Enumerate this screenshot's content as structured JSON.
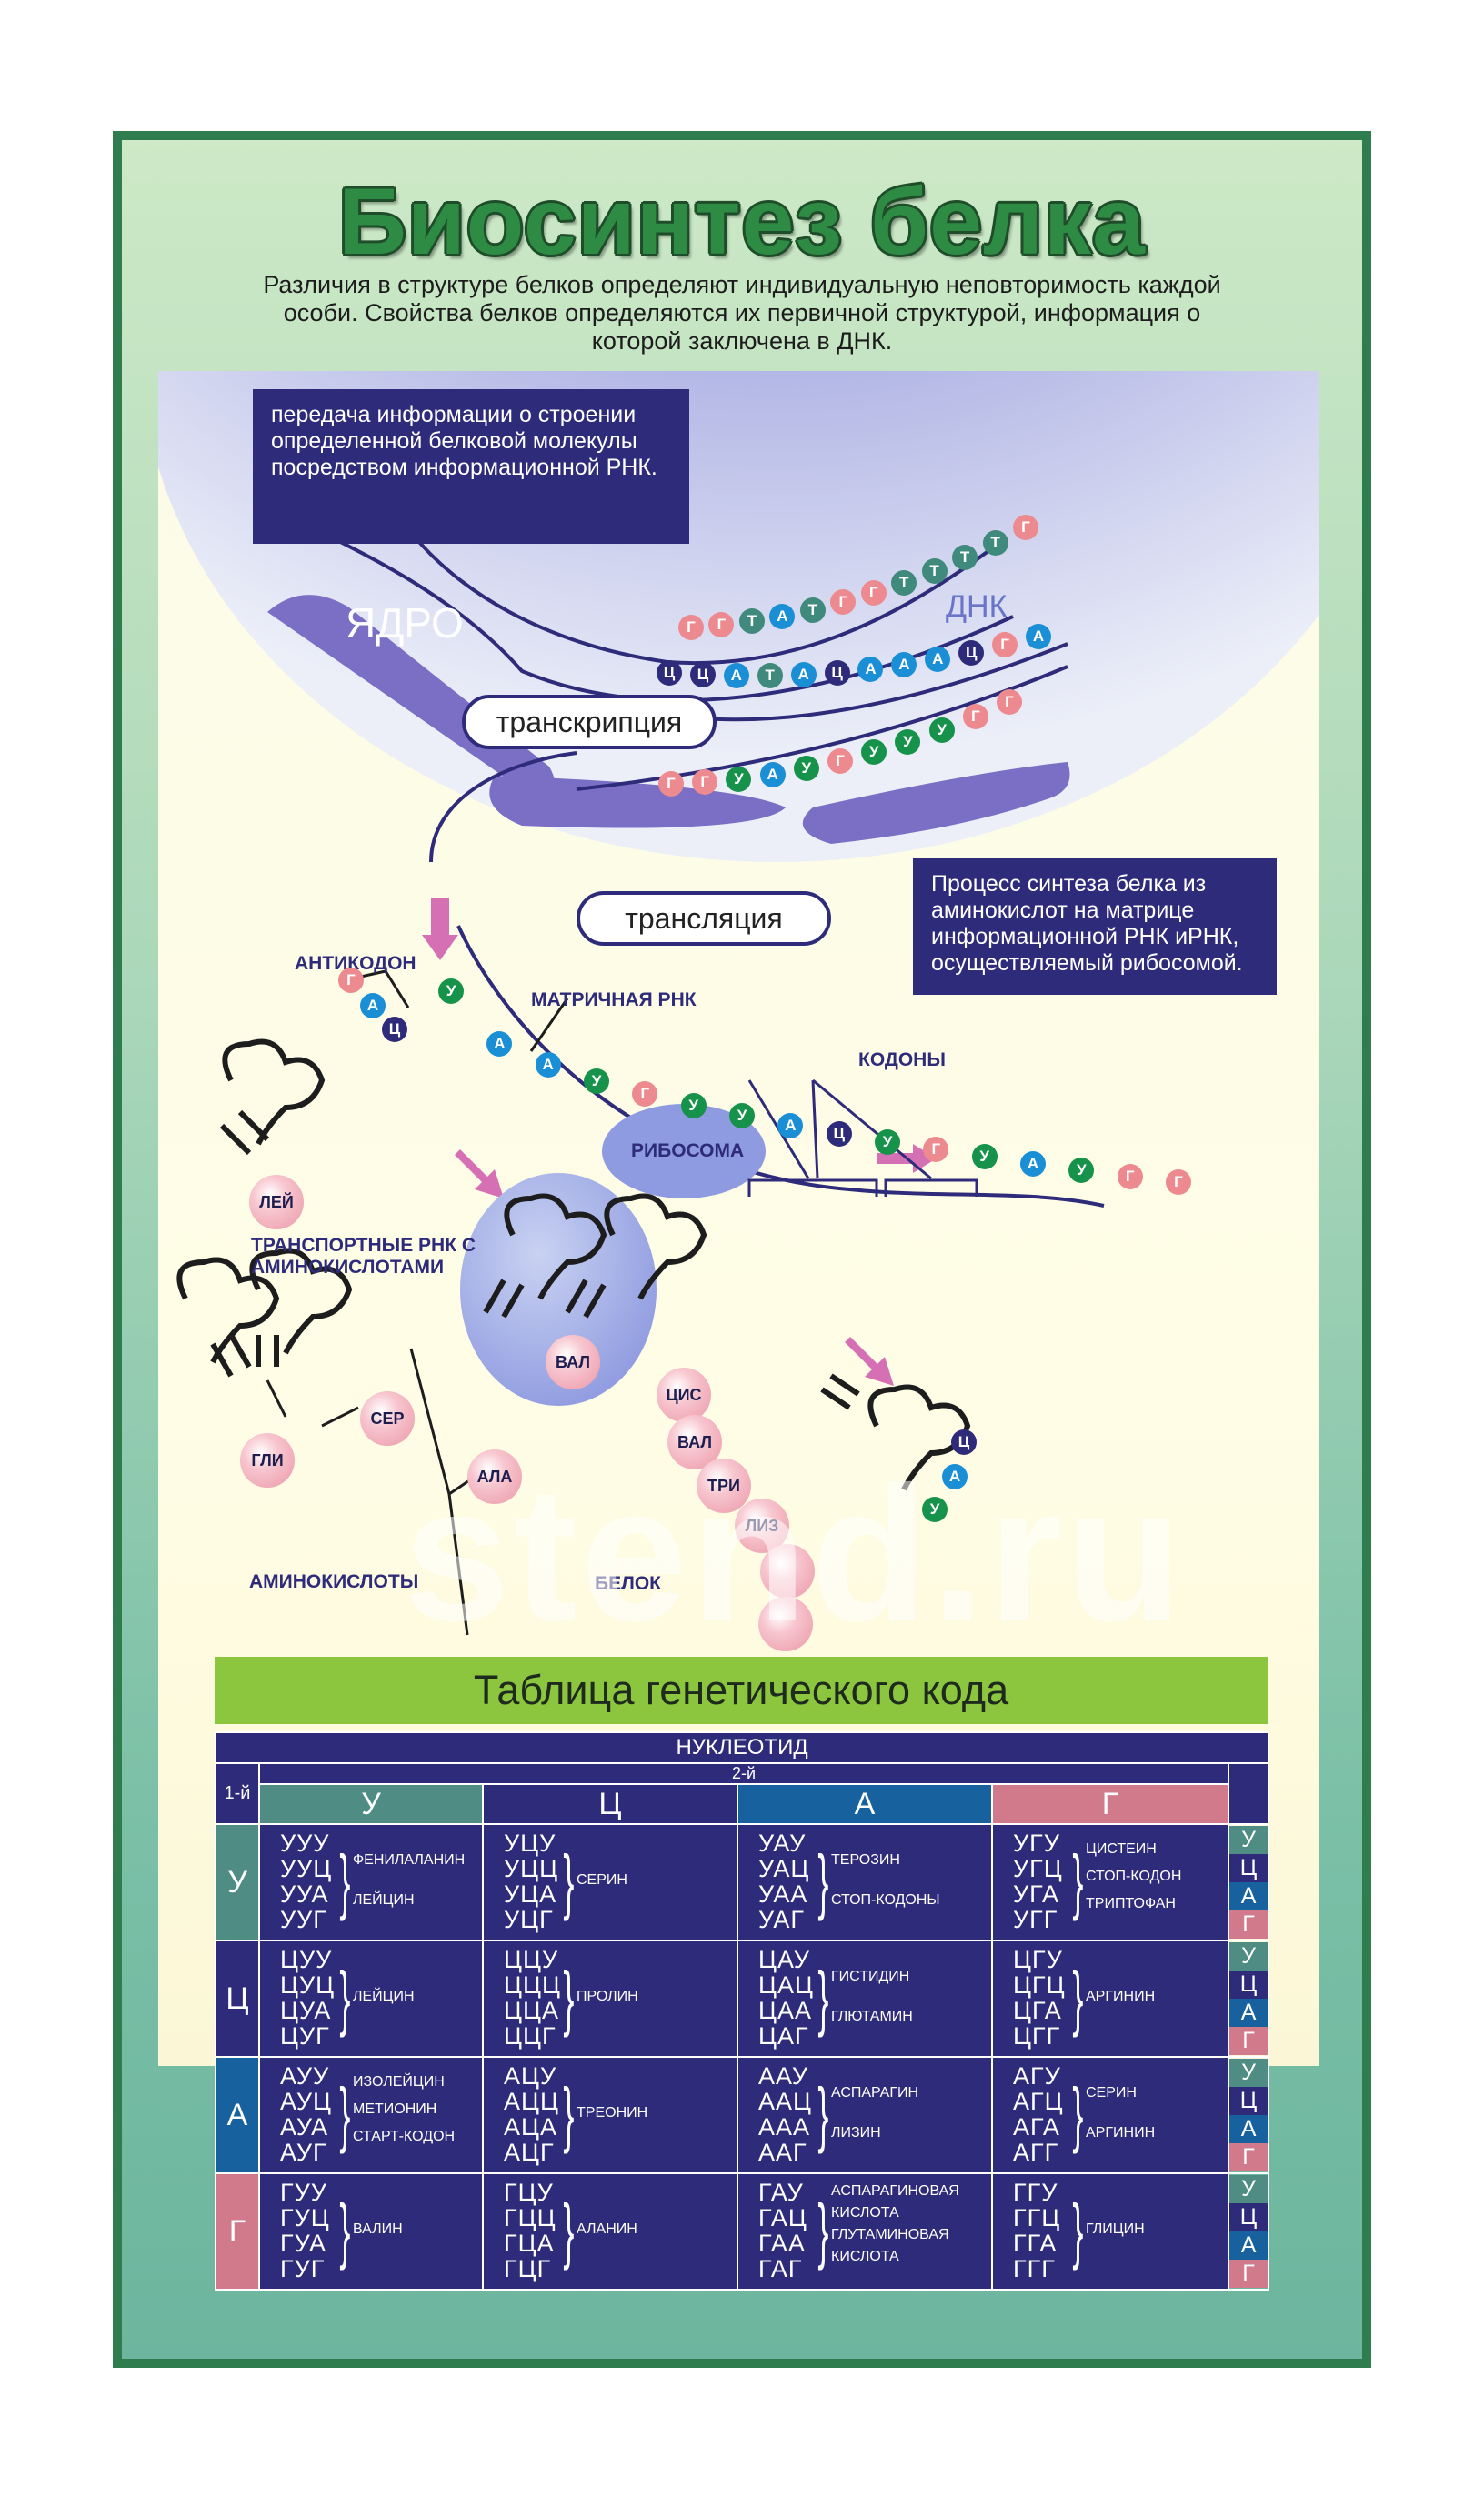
{
  "title": "Биосинтез белка",
  "subtitle": "Различия в структуре белков определяют индивидуальную неповторимость каждой особи. Свойства белков определяются их первичной структурой, информация о которой заключена в ДНК.",
  "callout_transcription": "передача информации о строении определенной белковой молекулы посредством информационной РНК.",
  "callout_translation": "Процесс синтеза белка из аминокислот на матрице информационной РНК иРНК, осуществляемый рибосомой.",
  "labels": {
    "nucleus": "ЯДРО",
    "dna": "ДНК",
    "transcription": "транскрипция",
    "translation": "трансляция",
    "anticodon": "АНТИКОДОН",
    "mrna": "МАТРИЧНАЯ РНК",
    "codons": "КОДОНЫ",
    "ribosome": "РИБОСОМА",
    "trna": "ТРАНСПОРТНЫЕ РНК С АМИНОКИСЛОТАМИ",
    "amino_acids": "АМИНОКИСЛОТЫ",
    "protein": "БЕЛОК"
  },
  "dna_strands": {
    "top": [
      "Г",
      "Г",
      "Т",
      "А",
      "Т",
      "Г",
      "Г",
      "Т",
      "Т",
      "Т",
      "Т",
      "Г"
    ],
    "middle": [
      "Ц",
      "Ц",
      "А",
      "Т",
      "А",
      "Ц",
      "А",
      "А",
      "А",
      "Ц",
      "Г",
      "А"
    ],
    "rna": [
      "Г",
      "Г",
      "У",
      "А",
      "У",
      "Г",
      "У",
      "У",
      "У",
      "Г",
      "Г"
    ]
  },
  "mrna_strand": [
    "У",
    "А",
    "А",
    "У",
    "Г",
    "У",
    "У",
    "А",
    "Ц",
    "У",
    "Г",
    "У",
    "А",
    "У",
    "Г",
    "Г"
  ],
  "trna_anticodon": [
    "Г",
    "А",
    "Ц"
  ],
  "amino": {
    "lei": "ЛЕЙ",
    "gli": "ГЛИ",
    "ser": "СЕР",
    "ala": "АЛА",
    "val": "ВАЛ",
    "chain": [
      "ЦИС",
      "ВАЛ",
      "ТРИ",
      "ЛИЗ"
    ]
  },
  "free_trna_nucleotides": [
    "Ц",
    "А",
    "У"
  ],
  "watermark": "stend.ru",
  "table": {
    "title": "Таблица генетического кода",
    "nucleotide_header": "НУКЛЕОТИД",
    "second_header": "2-й",
    "first_header": "1-й",
    "bases": [
      "У",
      "Ц",
      "А",
      "Г"
    ],
    "rows": [
      {
        "first": "У",
        "cells": [
          {
            "codons": [
              "УУУ",
              "УУЦ",
              "УУА",
              "УУГ"
            ],
            "aa": [
              "ФЕНИЛАЛАНИН",
              "ЛЕЙЦИН"
            ]
          },
          {
            "codons": [
              "УЦУ",
              "УЦЦ",
              "УЦА",
              "УЦГ"
            ],
            "aa": [
              "СЕРИН"
            ]
          },
          {
            "codons": [
              "УАУ",
              "УАЦ",
              "УАА",
              "УАГ"
            ],
            "aa": [
              "ТЕРОЗИН",
              "СТОП-КОДОНЫ"
            ]
          },
          {
            "codons": [
              "УГУ",
              "УГЦ",
              "УГА",
              "УГГ"
            ],
            "aa": [
              "ЦИСТЕИН",
              "СТОП-КОДОН",
              "ТРИПТОФАН"
            ]
          }
        ]
      },
      {
        "first": "Ц",
        "cells": [
          {
            "codons": [
              "ЦУУ",
              "ЦУЦ",
              "ЦУА",
              "ЦУГ"
            ],
            "aa": [
              "ЛЕЙЦИН"
            ]
          },
          {
            "codons": [
              "ЦЦУ",
              "ЦЦЦ",
              "ЦЦА",
              "ЦЦГ"
            ],
            "aa": [
              "ПРОЛИН"
            ]
          },
          {
            "codons": [
              "ЦАУ",
              "ЦАЦ",
              "ЦАА",
              "ЦАГ"
            ],
            "aa": [
              "ГИСТИДИН",
              "ГЛЮТАМИН"
            ]
          },
          {
            "codons": [
              "ЦГУ",
              "ЦГЦ",
              "ЦГА",
              "ЦГГ"
            ],
            "aa": [
              "АРГИНИН"
            ]
          }
        ]
      },
      {
        "first": "А",
        "cells": [
          {
            "codons": [
              "АУУ",
              "АУЦ",
              "АУА",
              "АУГ"
            ],
            "aa": [
              "ИЗОЛЕЙЦИН",
              "МЕТИОНИН",
              "СТАРТ-КОДОН"
            ]
          },
          {
            "codons": [
              "АЦУ",
              "АЦЦ",
              "АЦА",
              "АЦГ"
            ],
            "aa": [
              "ТРЕОНИН"
            ]
          },
          {
            "codons": [
              "ААУ",
              "ААЦ",
              "ААА",
              "ААГ"
            ],
            "aa": [
              "АСПАРАГИН",
              "ЛИЗИН"
            ]
          },
          {
            "codons": [
              "АГУ",
              "АГЦ",
              "АГА",
              "АГГ"
            ],
            "aa": [
              "СЕРИН",
              "АРГИНИН"
            ]
          }
        ]
      },
      {
        "first": "Г",
        "cells": [
          {
            "codons": [
              "ГУУ",
              "ГУЦ",
              "ГУА",
              "ГУГ"
            ],
            "aa": [
              "ВАЛИН"
            ]
          },
          {
            "codons": [
              "ГЦУ",
              "ГЦЦ",
              "ГЦА",
              "ГЦГ"
            ],
            "aa": [
              "АЛАНИН"
            ]
          },
          {
            "codons": [
              "ГАУ",
              "ГАЦ",
              "ГАА",
              "ГАГ"
            ],
            "aa": [
              "АСПАРАГИНОВАЯ",
              "КИСЛОТА",
              "ГЛУТАМИНОВАЯ",
              "КИСЛОТА"
            ]
          },
          {
            "codons": [
              "ГГУ",
              "ГГЦ",
              "ГГА",
              "ГГГ"
            ],
            "aa": [
              "ГЛИЦИН"
            ]
          }
        ]
      }
    ],
    "third": [
      "У",
      "Ц",
      "А",
      "Г"
    ]
  },
  "colors": {
    "navy": "#2e2c7a",
    "green": "#2e8b44",
    "lime": "#8cc63f",
    "U": "#16924a",
    "A": "#1a8fd6",
    "G": "#ec8a8f",
    "C": "#2e2c7a",
    "T": "#3f8a7c"
  }
}
